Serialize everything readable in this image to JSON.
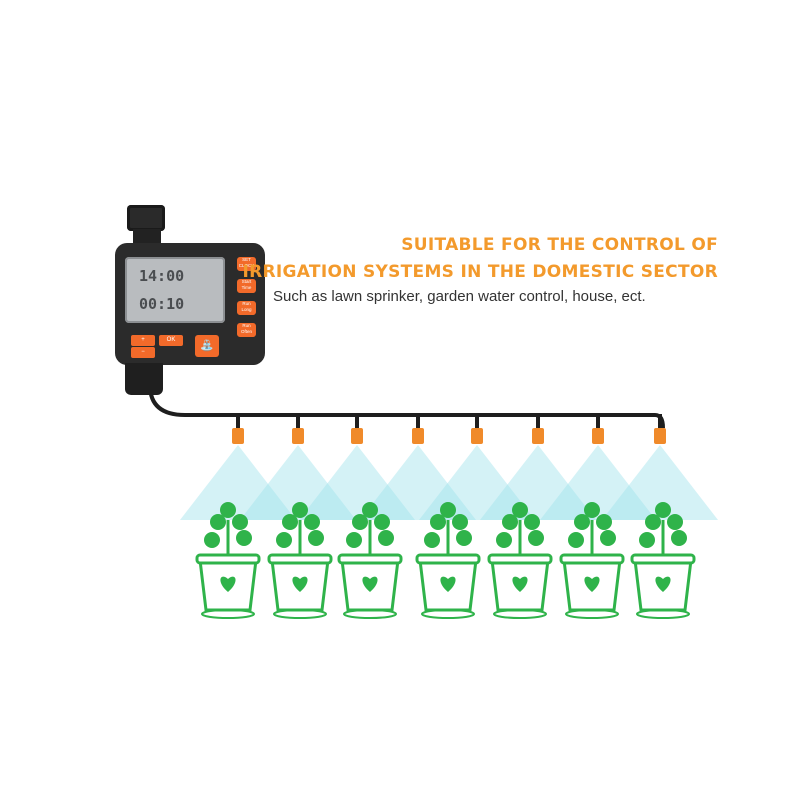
{
  "headline": {
    "line1": "SUITABLE  FOR  THE CONTROL OF",
    "line2": "IRRIGATION SYSTEMS IN THE DOMESTIC SECTOR"
  },
  "subline": "Such as lawn sprinker, garden water control, house, ect.",
  "timer": {
    "display_time": "14:00",
    "display_duration": "00:10",
    "buttons": {
      "set_clock": "SET CLOCK",
      "start_time": "Start Time",
      "run_long": "Run Long",
      "run_often": "Run Often",
      "plus": "+",
      "minus": "−",
      "ok": "OK"
    }
  },
  "colors": {
    "accent": "#f39a2c",
    "button": "#f26a2a",
    "plant": "#2fb34a",
    "spray": "#9fe3ea",
    "nozzle": "#f08a2a"
  }
}
